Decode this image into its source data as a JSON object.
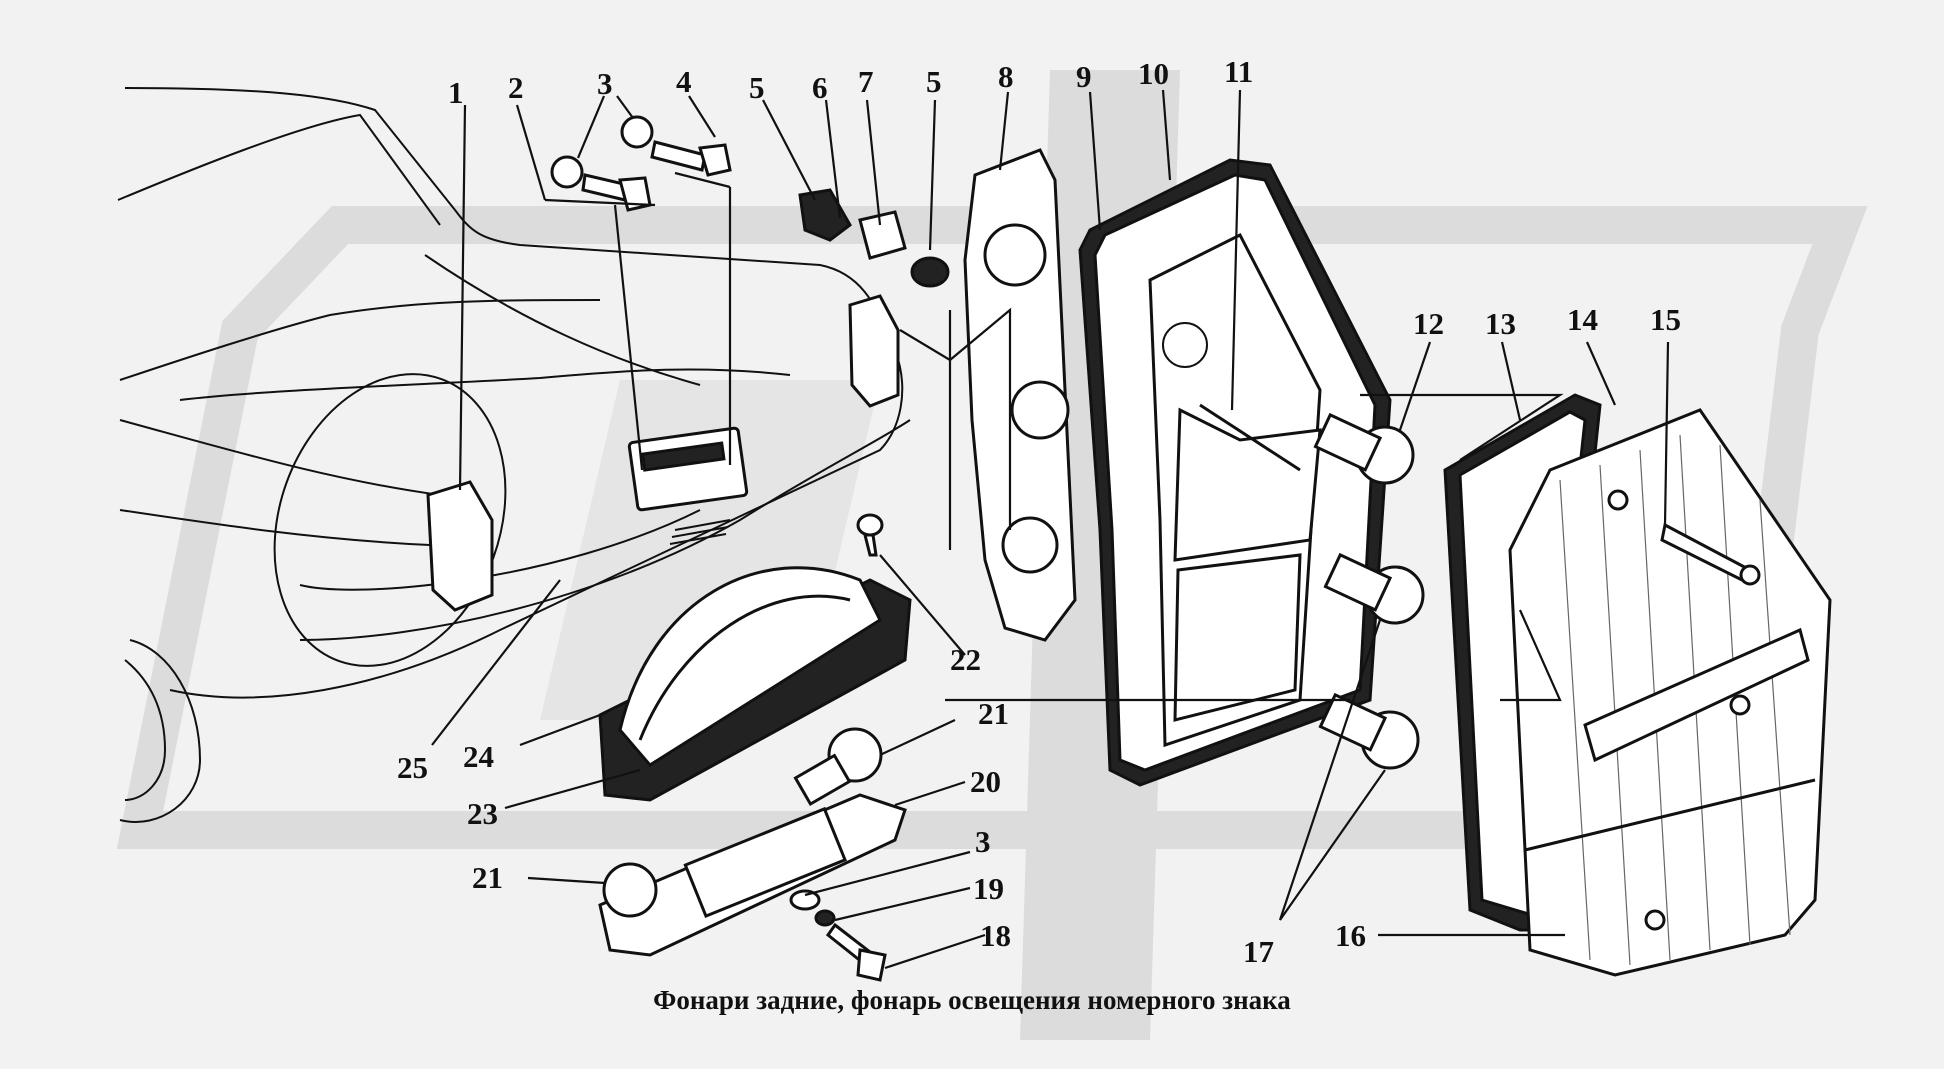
{
  "caption": "Фонари задние, фонарь  освещения номерного знака",
  "colors": {
    "background": "#f2f2f2",
    "line": "#111111",
    "watermark": "#d9d9d9"
  },
  "callouts": [
    "1",
    "2",
    "3",
    "4",
    "5",
    "6",
    "7",
    "5",
    "8",
    "9",
    "10",
    "11",
    "12",
    "13",
    "14",
    "15",
    "16",
    "17",
    "18",
    "19",
    "3",
    "20",
    "21",
    "21",
    "22",
    "23",
    "24",
    "25"
  ]
}
